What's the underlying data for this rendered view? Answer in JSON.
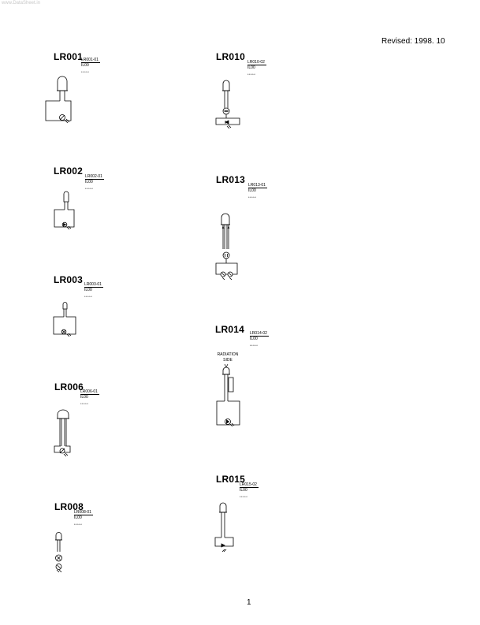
{
  "watermark": "www.DataSheet.in",
  "revised": "Revised: 1998. 10",
  "page_number": "1",
  "parts": [
    {
      "code": "LR001",
      "drawing": "LR001-01",
      "unit": "IL00",
      "stars": "*****"
    },
    {
      "code": "LR002",
      "drawing": "LR002-01",
      "unit": "IL00",
      "stars": "*****"
    },
    {
      "code": "LR003",
      "drawing": "LR003-01",
      "unit": "IL00",
      "stars": "*****"
    },
    {
      "code": "LR006",
      "drawing": "LR006-01",
      "unit": "IL00",
      "stars": "*****"
    },
    {
      "code": "LR008",
      "drawing": "LR008-01",
      "unit": "IL00",
      "stars": "*****"
    },
    {
      "code": "LR010",
      "drawing": "LR010-02",
      "unit": "IL00",
      "stars": "*****"
    },
    {
      "code": "LR013",
      "drawing": "LR013-01",
      "unit": "IL00",
      "stars": "*****"
    },
    {
      "code": "LR014",
      "drawing": "LR014-02",
      "unit": "IL00",
      "stars": "*****"
    },
    {
      "code": "LR015",
      "drawing": "LR015-02",
      "unit": "IL00",
      "stars": "*****"
    }
  ],
  "radiation_label": {
    "line1": "RADIATION",
    "line2": "SIDE"
  }
}
